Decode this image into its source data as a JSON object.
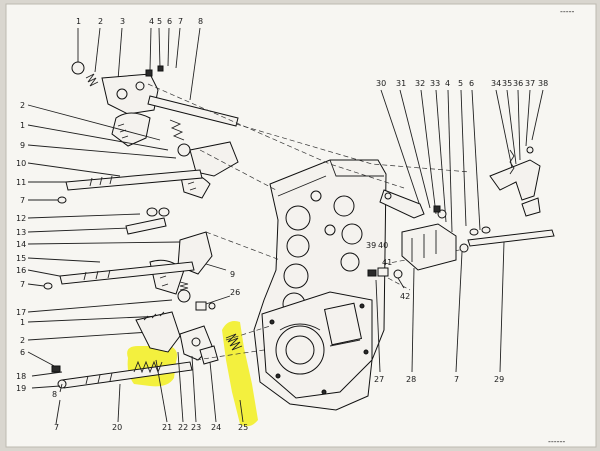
{
  "diagram": {
    "highlight_color": "#f2ef2a",
    "corner_mark": "-----",
    "bottom_mark": "------",
    "callouts_top_left": [
      "1",
      "2",
      "3",
      "4",
      "5",
      "6",
      "7",
      "8"
    ],
    "callouts_left": [
      "2",
      "1",
      "9",
      "10",
      "11",
      "7",
      "12",
      "13",
      "14",
      "15",
      "16",
      "7",
      "17",
      "1",
      "2",
      "6",
      "18",
      "19",
      "8",
      "7"
    ],
    "callouts_bottom": [
      "20",
      "21",
      "22",
      "23",
      "24",
      "25"
    ],
    "callouts_middle": [
      "9",
      "26"
    ],
    "callouts_top_right": [
      "30",
      "31",
      "32",
      "33",
      "4",
      "5",
      "6",
      "34",
      "35",
      "36",
      "37",
      "38"
    ],
    "callouts_right_middle": [
      "39",
      "40",
      "41",
      "42"
    ],
    "callouts_bottom_right": [
      "27",
      "28",
      "7",
      "29"
    ]
  }
}
